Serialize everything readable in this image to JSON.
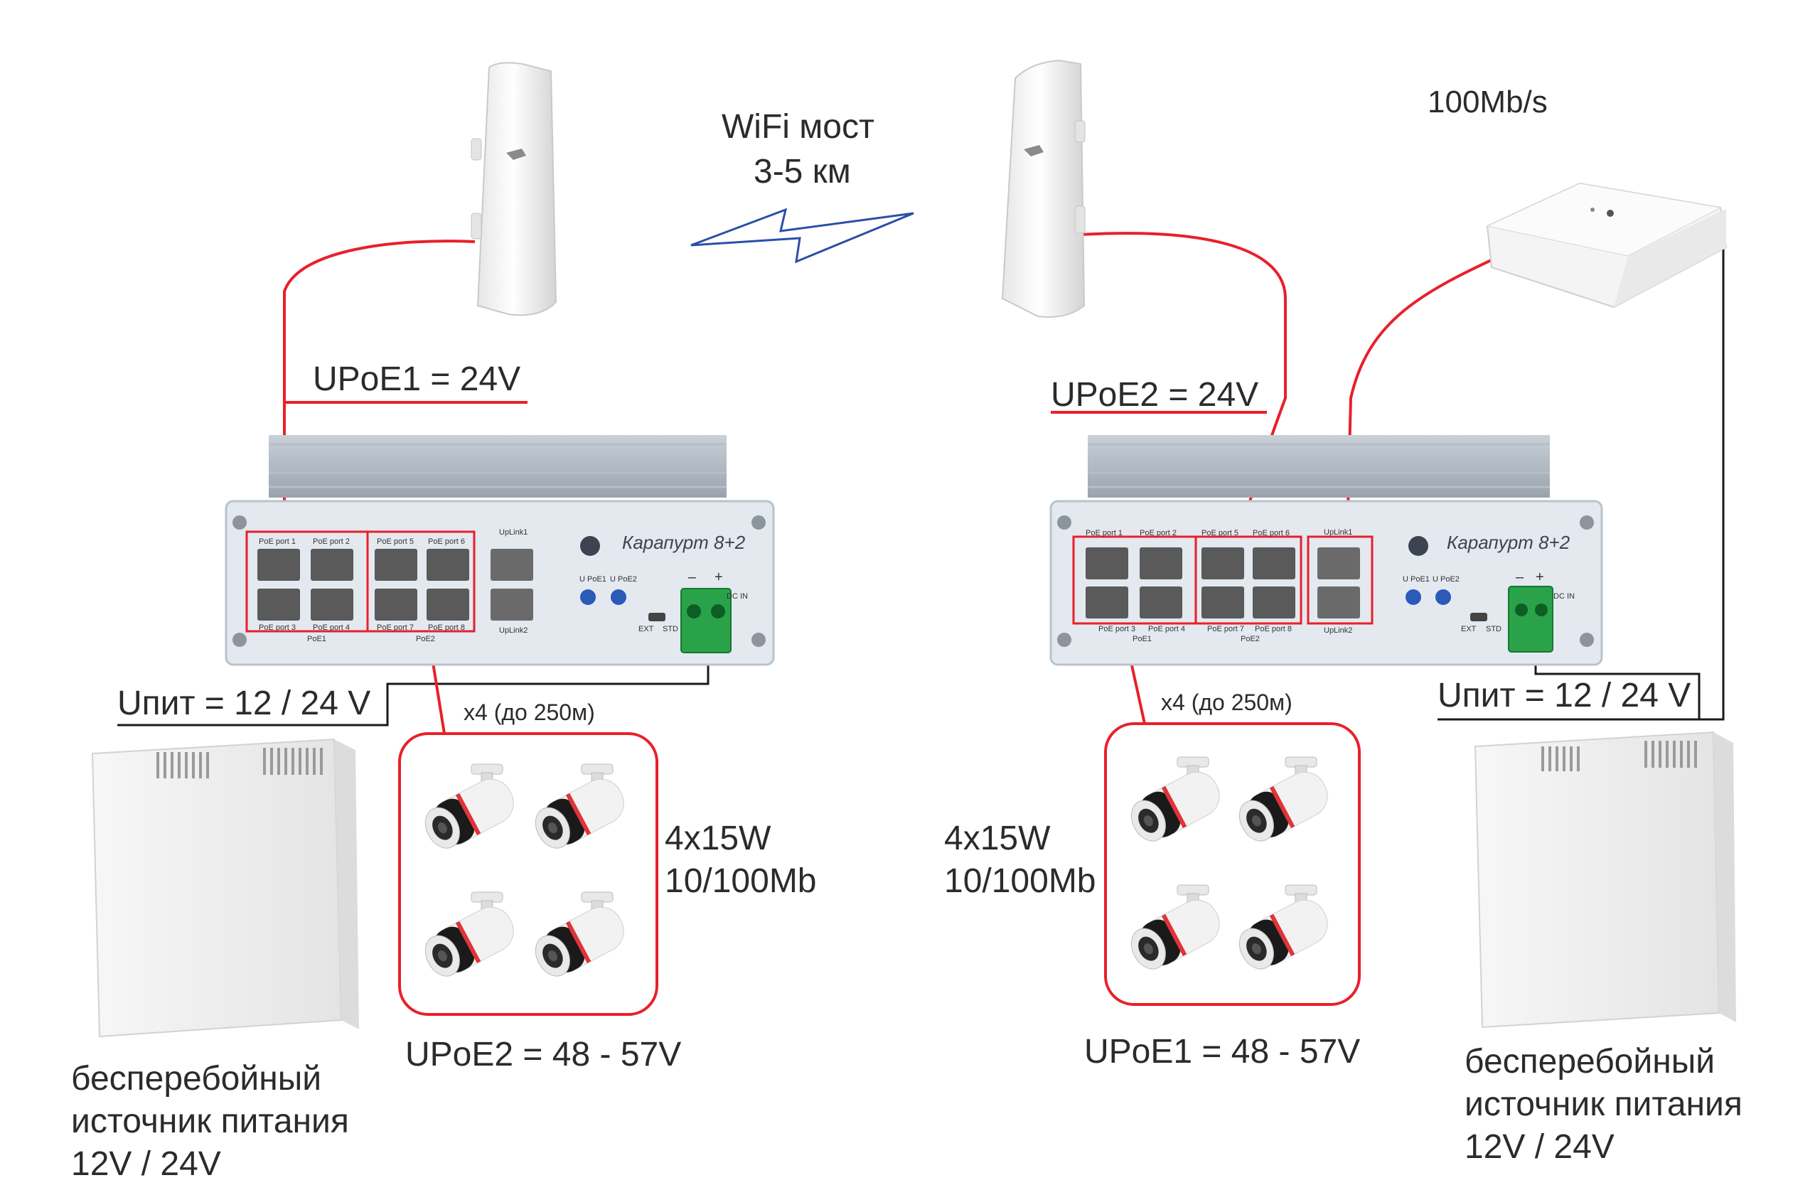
{
  "colors": {
    "wire_red": "#e8202a",
    "wire_black": "#1a1a1a",
    "bridge_blue": "#2a4fa8",
    "device_body": "#f4f4f4",
    "switch_face": "#e3e9ef",
    "terminal_green": "#2aa24a"
  },
  "wifi": {
    "title": "WiFi мост",
    "range": "3-5 км"
  },
  "nvr": {
    "speed": "100Mb/s"
  },
  "left": {
    "upoe_ap": "UPoE1 = 24V",
    "power_in": "Uпит = 12 / 24 V",
    "cameras_count": "x4 (до 250м)",
    "cameras_spec": "4x15W\n10/100Mb",
    "upoe_cams": "UPoE2 = 48 - 57V",
    "ups": "бесперебойный\nисточник питания\n12V / 24V"
  },
  "right": {
    "upoe_ap": "UPoE2 = 24V",
    "power_in": "Uпит = 12 / 24 V",
    "cameras_count": "x4 (до 250м)",
    "cameras_spec": "4x15W\n10/100Mb",
    "upoe_cams": "UPoE1 = 48 - 57V",
    "ups": "бесперебойный\nисточник питания\n12V / 24V"
  },
  "switch": {
    "brand": "Карапурт 8+2",
    "ports_top": [
      "PoE port 1",
      "PoE port 2",
      "PoE port 5",
      "PoE port 6"
    ],
    "ports_bottom": [
      "PoE port 3",
      "PoE port 4",
      "PoE port 7",
      "PoE port 8"
    ],
    "group1": "PoE1",
    "group2": "PoE2",
    "uplink1": "UpLink1",
    "uplink2": "UpLink2",
    "upoe_btn1": "U PoE1",
    "upoe_btn2": "U PoE2",
    "ext": "EXT",
    "std": "STD",
    "dc_in": "DC IN",
    "minus": "–",
    "plus": "+"
  },
  "icons": [
    "wifi-antenna-icon",
    "nvr-icon",
    "poe-switch-icon",
    "ip-camera-icon",
    "ups-box-icon"
  ]
}
